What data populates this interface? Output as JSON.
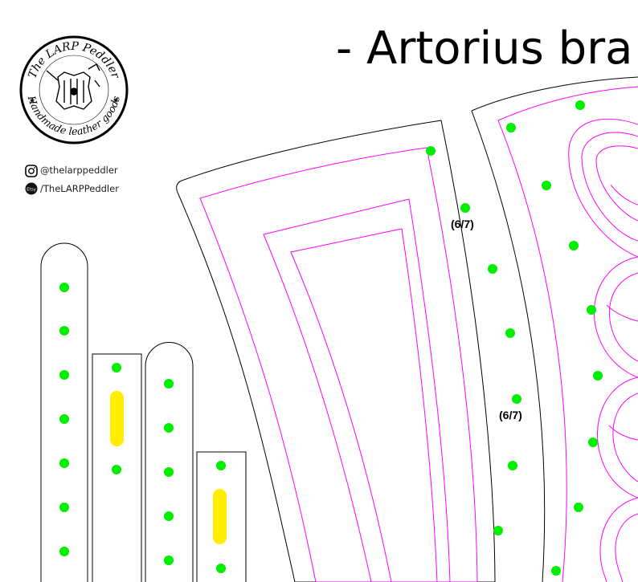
{
  "title": "- Artorius bra",
  "logo": {
    "top_text": "The LARP Peddler",
    "bottom_text": "Handmade leather goods"
  },
  "social": {
    "instagram": "@thelarppeddler",
    "etsy_badge": "Etsy",
    "etsy": "/TheLARPPeddler"
  },
  "piece_labels": [
    "(6/7)",
    "(6/7)"
  ],
  "colors": {
    "cut_line": "#000000",
    "stitch_line": "#ff00ff",
    "hole": "#00ee00",
    "slot": "#ffee00"
  }
}
